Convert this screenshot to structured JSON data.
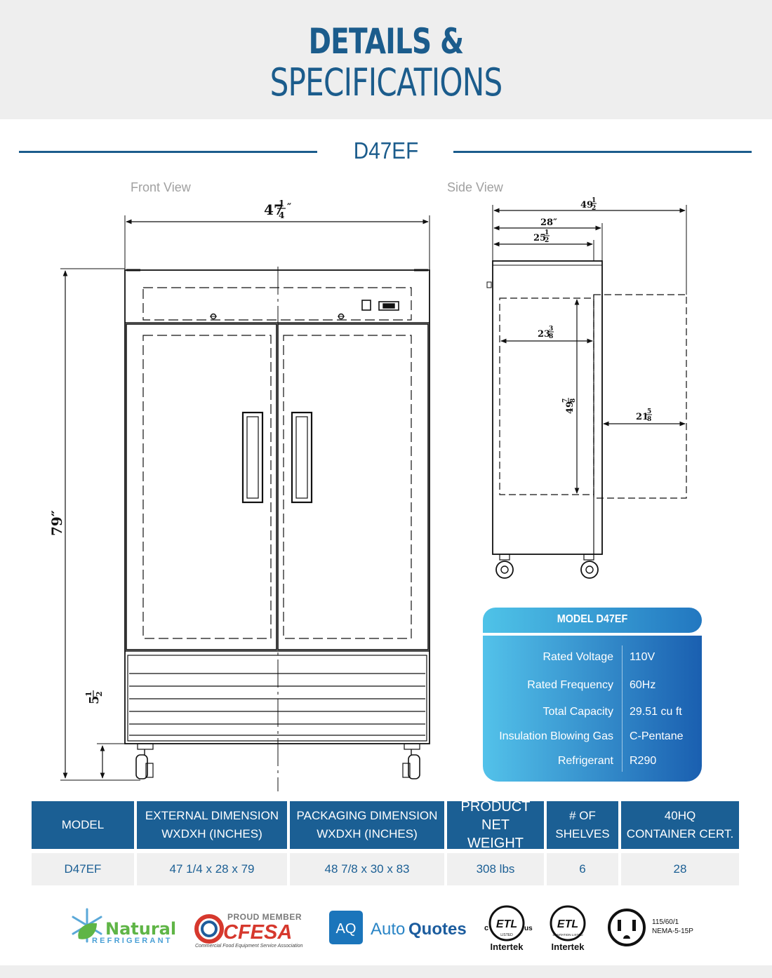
{
  "header": {
    "title_line1": "DETAILS &",
    "title_line2": "SPECIFICATIONS"
  },
  "model_title": "D47EF",
  "views": {
    "front_label": "Front View",
    "side_label": "Side View"
  },
  "front_dims": {
    "width": "47",
    "width_frac_num": "1",
    "width_frac_den": "4",
    "height": "79″",
    "base_height": "5",
    "base_frac_num": "1",
    "base_frac_den": "2"
  },
  "side_dims": {
    "total_depth": "49",
    "total_depth_frac_num": "1",
    "total_depth_frac_den": "2",
    "depth": "28″",
    "cabinet_depth": "25",
    "cabinet_depth_frac_num": "1",
    "cabinet_depth_frac_den": "2",
    "interior_depth": "23",
    "interior_depth_frac_num": "3",
    "interior_depth_frac_den": "8",
    "interior_height": "49",
    "interior_height_frac_num": "7",
    "interior_height_frac_den": "8",
    "door_swing": "21",
    "door_swing_frac_num": "5",
    "door_swing_frac_den": "8"
  },
  "spec_card": {
    "title": "MODEL D47EF",
    "rows": [
      {
        "label": "Rated  Voltage",
        "value": "110V"
      },
      {
        "label": "Rated  Frequency",
        "value": "60Hz"
      },
      {
        "label": "Total Capacity",
        "value": "29.51 cu ft"
      },
      {
        "label": "Insulation Blowing Gas",
        "value": "C-Pentane"
      },
      {
        "label": "Refrigerant",
        "value": "R290"
      }
    ]
  },
  "table": {
    "headers": [
      {
        "line1": "MODEL",
        "line2": ""
      },
      {
        "line1": "EXTERNAL DIMENSION",
        "line2": "WXDXH (INCHES)"
      },
      {
        "line1": "PACKAGING DIMENSION",
        "line2": "WXDXH (INCHES)"
      },
      {
        "line1": "PRODUCT NET",
        "line2": "WEIGHT"
      },
      {
        "line1": "# OF",
        "line2": "SHELVES"
      },
      {
        "line1": "40HQ",
        "line2": "CONTAINER CERT."
      }
    ],
    "rows": [
      [
        "D47EF",
        "47 1/4 x 28 x 79",
        "48 7/8 x 30 x 83",
        "308 lbs",
        "6",
        "28"
      ]
    ]
  },
  "footer": {
    "natural_word": "Natural",
    "refrigerant_word": "REFRIGERANT",
    "cfesa_proud": "PROUD MEMBER",
    "cfesa_name": "CFESA",
    "cfesa_tagline": "Commercial Food Equipment Service Association",
    "aq_badge": "AQ",
    "autoquotes_auto": "Auto",
    "autoquotes_quotes": "Quotes",
    "etl_c": "c",
    "etl_us": "us",
    "etl_mark": "ETL",
    "etl_listed": "LISTED",
    "etl_sanitation": "SANITATION LISTED",
    "intertek_1": "Intertek",
    "intertek_2": "Intertek",
    "plug_line1": "115/60/1",
    "plug_line2": "NEMA-5-15P"
  },
  "colors": {
    "brand_blue": "#1b5c8c",
    "table_header": "#1b5f94",
    "card_light": "#53c2ea",
    "card_dark": "#1a5fb0"
  }
}
